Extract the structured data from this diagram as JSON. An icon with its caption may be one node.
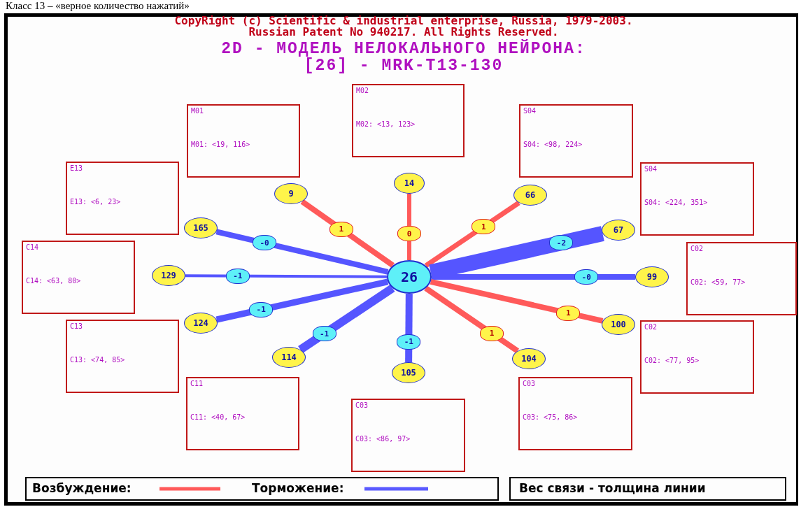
{
  "diagram": {
    "title": "2D - МОДЕЛЬ НЕЛОКАЛЬНОГО НЕЙРОНА:",
    "nodes": [
      {
        "text": [
          "26"
        ]
      },
      {
        "text": [
          "14"
        ]
      },
      {
        "text": [
          "9"
        ]
      },
      {
        "text": [
          "66"
        ]
      },
      {
        "text": [
          "165"
        ]
      },
      {
        "text": [
          "67"
        ]
      },
      {
        "text": [
          "129"
        ]
      },
      {
        "text": [
          "99"
        ]
      },
      {
        "text": [
          "124"
        ]
      },
      {
        "text": [
          "100"
        ]
      },
      {
        "text": [
          "114"
        ]
      },
      {
        "text": [
          "104"
        ]
      },
      {
        "text": [
          "105"
        ]
      },
      {
        "text": [
          "M02",
          "M02: <13, 123>"
        ]
      },
      {
        "text": [
          "M01",
          "M01: <19, 116>"
        ]
      },
      {
        "text": [
          "S04",
          "S04: <98, 224>"
        ]
      },
      {
        "text": [
          "E13",
          "E13: <6, 23>"
        ]
      },
      {
        "text": [
          "S04",
          "S04: <224, 351>"
        ]
      },
      {
        "text": [
          "C14",
          "C14: <63, 80>"
        ]
      },
      {
        "text": [
          "C02",
          "C02: <59, 77>"
        ]
      },
      {
        "text": [
          "C13",
          "C13: <74, 85>"
        ]
      },
      {
        "text": [
          "C02",
          "C02: <77, 95>"
        ]
      },
      {
        "text": [
          "C11",
          "C11: <40, 67>"
        ]
      },
      {
        "text": [
          "C03",
          "C03: <75, 86>"
        ]
      },
      {
        "text": [
          "C03",
          "C03: <86, 97>"
        ]
      }
    ],
    "edges": [
      {
        "from": 0,
        "to": 1,
        "arrow": "none",
        "label": "0",
        "color": "#ff5a5a"
      },
      {
        "from": 0,
        "to": 2,
        "arrow": "none",
        "label": "1",
        "color": "#ff5a5a"
      },
      {
        "from": 0,
        "to": 3,
        "arrow": "none",
        "label": "1",
        "color": "#ff5a5a"
      },
      {
        "from": 0,
        "to": 4,
        "arrow": "none",
        "label": "-0"
      },
      {
        "from": 0,
        "to": 5,
        "arrow": "none",
        "label": "-2",
        "style": "thick"
      },
      {
        "from": 0,
        "to": 6,
        "arrow": "none",
        "label": "-1"
      },
      {
        "from": 0,
        "to": 7,
        "arrow": "none",
        "label": "-0"
      },
      {
        "from": 0,
        "to": 8,
        "arrow": "none",
        "label": "-1"
      },
      {
        "from": 0,
        "to": 9,
        "arrow": "none",
        "label": "1",
        "color": "#ff5a5a"
      },
      {
        "from": 0,
        "to": 10,
        "arrow": "none",
        "label": "-1"
      },
      {
        "from": 0,
        "to": 11,
        "arrow": "none",
        "label": "1",
        "color": "#ff5a5a"
      },
      {
        "from": 0,
        "to": 12,
        "arrow": "none",
        "label": "-1"
      }
    ],
    "labels": [
      "Класс 13 – «верное количество нажатий»",
      "CopyRight (c) Scientific & industrial enterprise, Russia, 1979-2003.",
      "Russian Patent No 940217. All Rights Reserved.",
      "[26] - MRK-T13-130",
      "Вес связи - толщина линии"
    ],
    "legend": [
      {
        "text": "Возбуждение:"
      },
      {
        "text": "Торможение:"
      }
    ]
  }
}
